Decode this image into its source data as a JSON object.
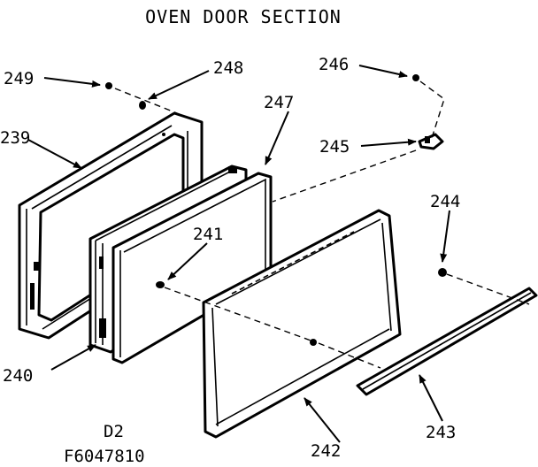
{
  "title": "OVEN DOOR SECTION",
  "footer": {
    "line1": "D2",
    "line2": "F6047810"
  },
  "parts": {
    "p239": "239",
    "p240": "240",
    "p241": "241",
    "p242": "242",
    "p243": "243",
    "p244": "244",
    "p245": "245",
    "p246": "246",
    "p247": "247",
    "p248": "248",
    "p249": "249"
  },
  "colors": {
    "ink": "#000000",
    "paper": "#ffffff"
  }
}
